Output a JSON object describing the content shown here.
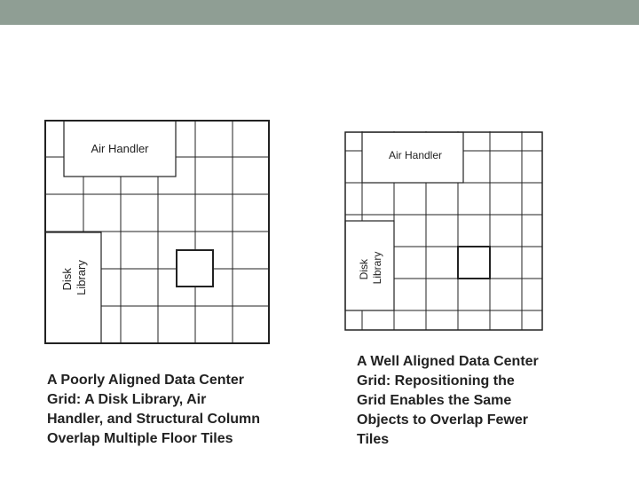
{
  "colors": {
    "top_bar": "#8f9e94",
    "grid_line": "#222222",
    "caption_text": "#222222"
  },
  "left_diagram": {
    "air_handler_label": "Air Handler",
    "disk_library_label_line1": "Disk",
    "disk_library_label_line2": "Library",
    "caption_lines": [
      "A Poorly Aligned Data Center",
      "Grid: A Disk Library, Air",
      "Handler, and Structural Column",
      "Overlap Multiple Floor Tiles"
    ]
  },
  "right_diagram": {
    "air_handler_label": "Air Handler",
    "disk_library_label_line1": "Disk",
    "disk_library_label_line2": "Library",
    "caption_lines": [
      "A Well Aligned Data Center",
      "Grid: Repositioning the",
      "Grid Enables the Same",
      "Objects to Overlap Fewer",
      "Tiles"
    ]
  }
}
